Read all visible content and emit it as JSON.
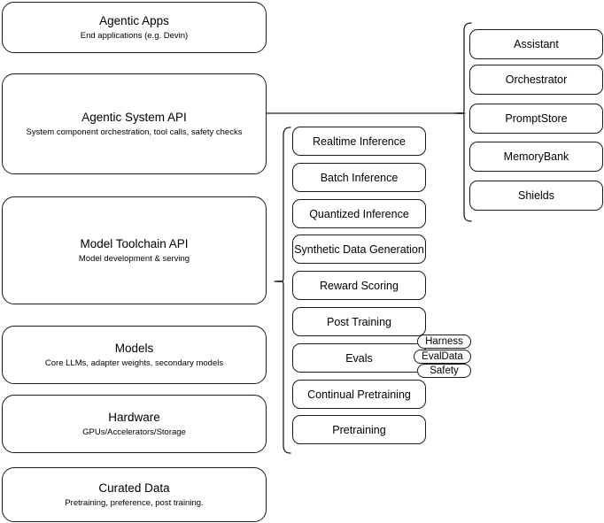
{
  "diagram": {
    "title": "Agentic stack layered architecture",
    "stroke_color": "#1a1a1a",
    "background_color": "#ffffff"
  },
  "layers": [
    {
      "name": "agentic-apps",
      "title": "Agentic Apps",
      "subtitle": "End applications (e.g. Devin)"
    },
    {
      "name": "agentic-system-api",
      "title": "Agentic System API",
      "subtitle": "System component orchestration, tool calls, safety checks"
    },
    {
      "name": "model-toolchain-api",
      "title": "Model Toolchain API",
      "subtitle": "Model development & serving"
    },
    {
      "name": "models",
      "title": "Models",
      "subtitle": "Core LLMs, adapter weights, secondary models"
    },
    {
      "name": "hardware",
      "title": "Hardware",
      "subtitle": "GPUs/Accelerators/Storage"
    },
    {
      "name": "curated-data",
      "title": "Curated Data",
      "subtitle": "Pretraining, preference, post training."
    }
  ],
  "system_components": [
    {
      "name": "assistant",
      "label": "Assistant"
    },
    {
      "name": "orchestrator",
      "label": "Orchestrator"
    },
    {
      "name": "promptstore",
      "label": "PromptStore"
    },
    {
      "name": "memorybank",
      "label": "MemoryBank"
    },
    {
      "name": "shields",
      "label": "Shields"
    }
  ],
  "toolchain_components": [
    {
      "name": "realtime-inference",
      "label": "Realtime Inference"
    },
    {
      "name": "batch-inference",
      "label": "Batch Inference"
    },
    {
      "name": "quantized-inference",
      "label": "Quantized Inference"
    },
    {
      "name": "synthetic-data-generation",
      "label": "Synthetic Data Generation"
    },
    {
      "name": "reward-scoring",
      "label": "Reward Scoring"
    },
    {
      "name": "post-training",
      "label": "Post Training"
    },
    {
      "name": "evals",
      "label": "Evals"
    },
    {
      "name": "continual-pretraining",
      "label": "Continual Pretraining"
    },
    {
      "name": "pretraining",
      "label": "Pretraining"
    }
  ],
  "evals_subcomponents": [
    {
      "name": "harness",
      "label": "Harness"
    },
    {
      "name": "evaldata",
      "label": "EvalData"
    },
    {
      "name": "safety",
      "label": "Safety"
    }
  ]
}
